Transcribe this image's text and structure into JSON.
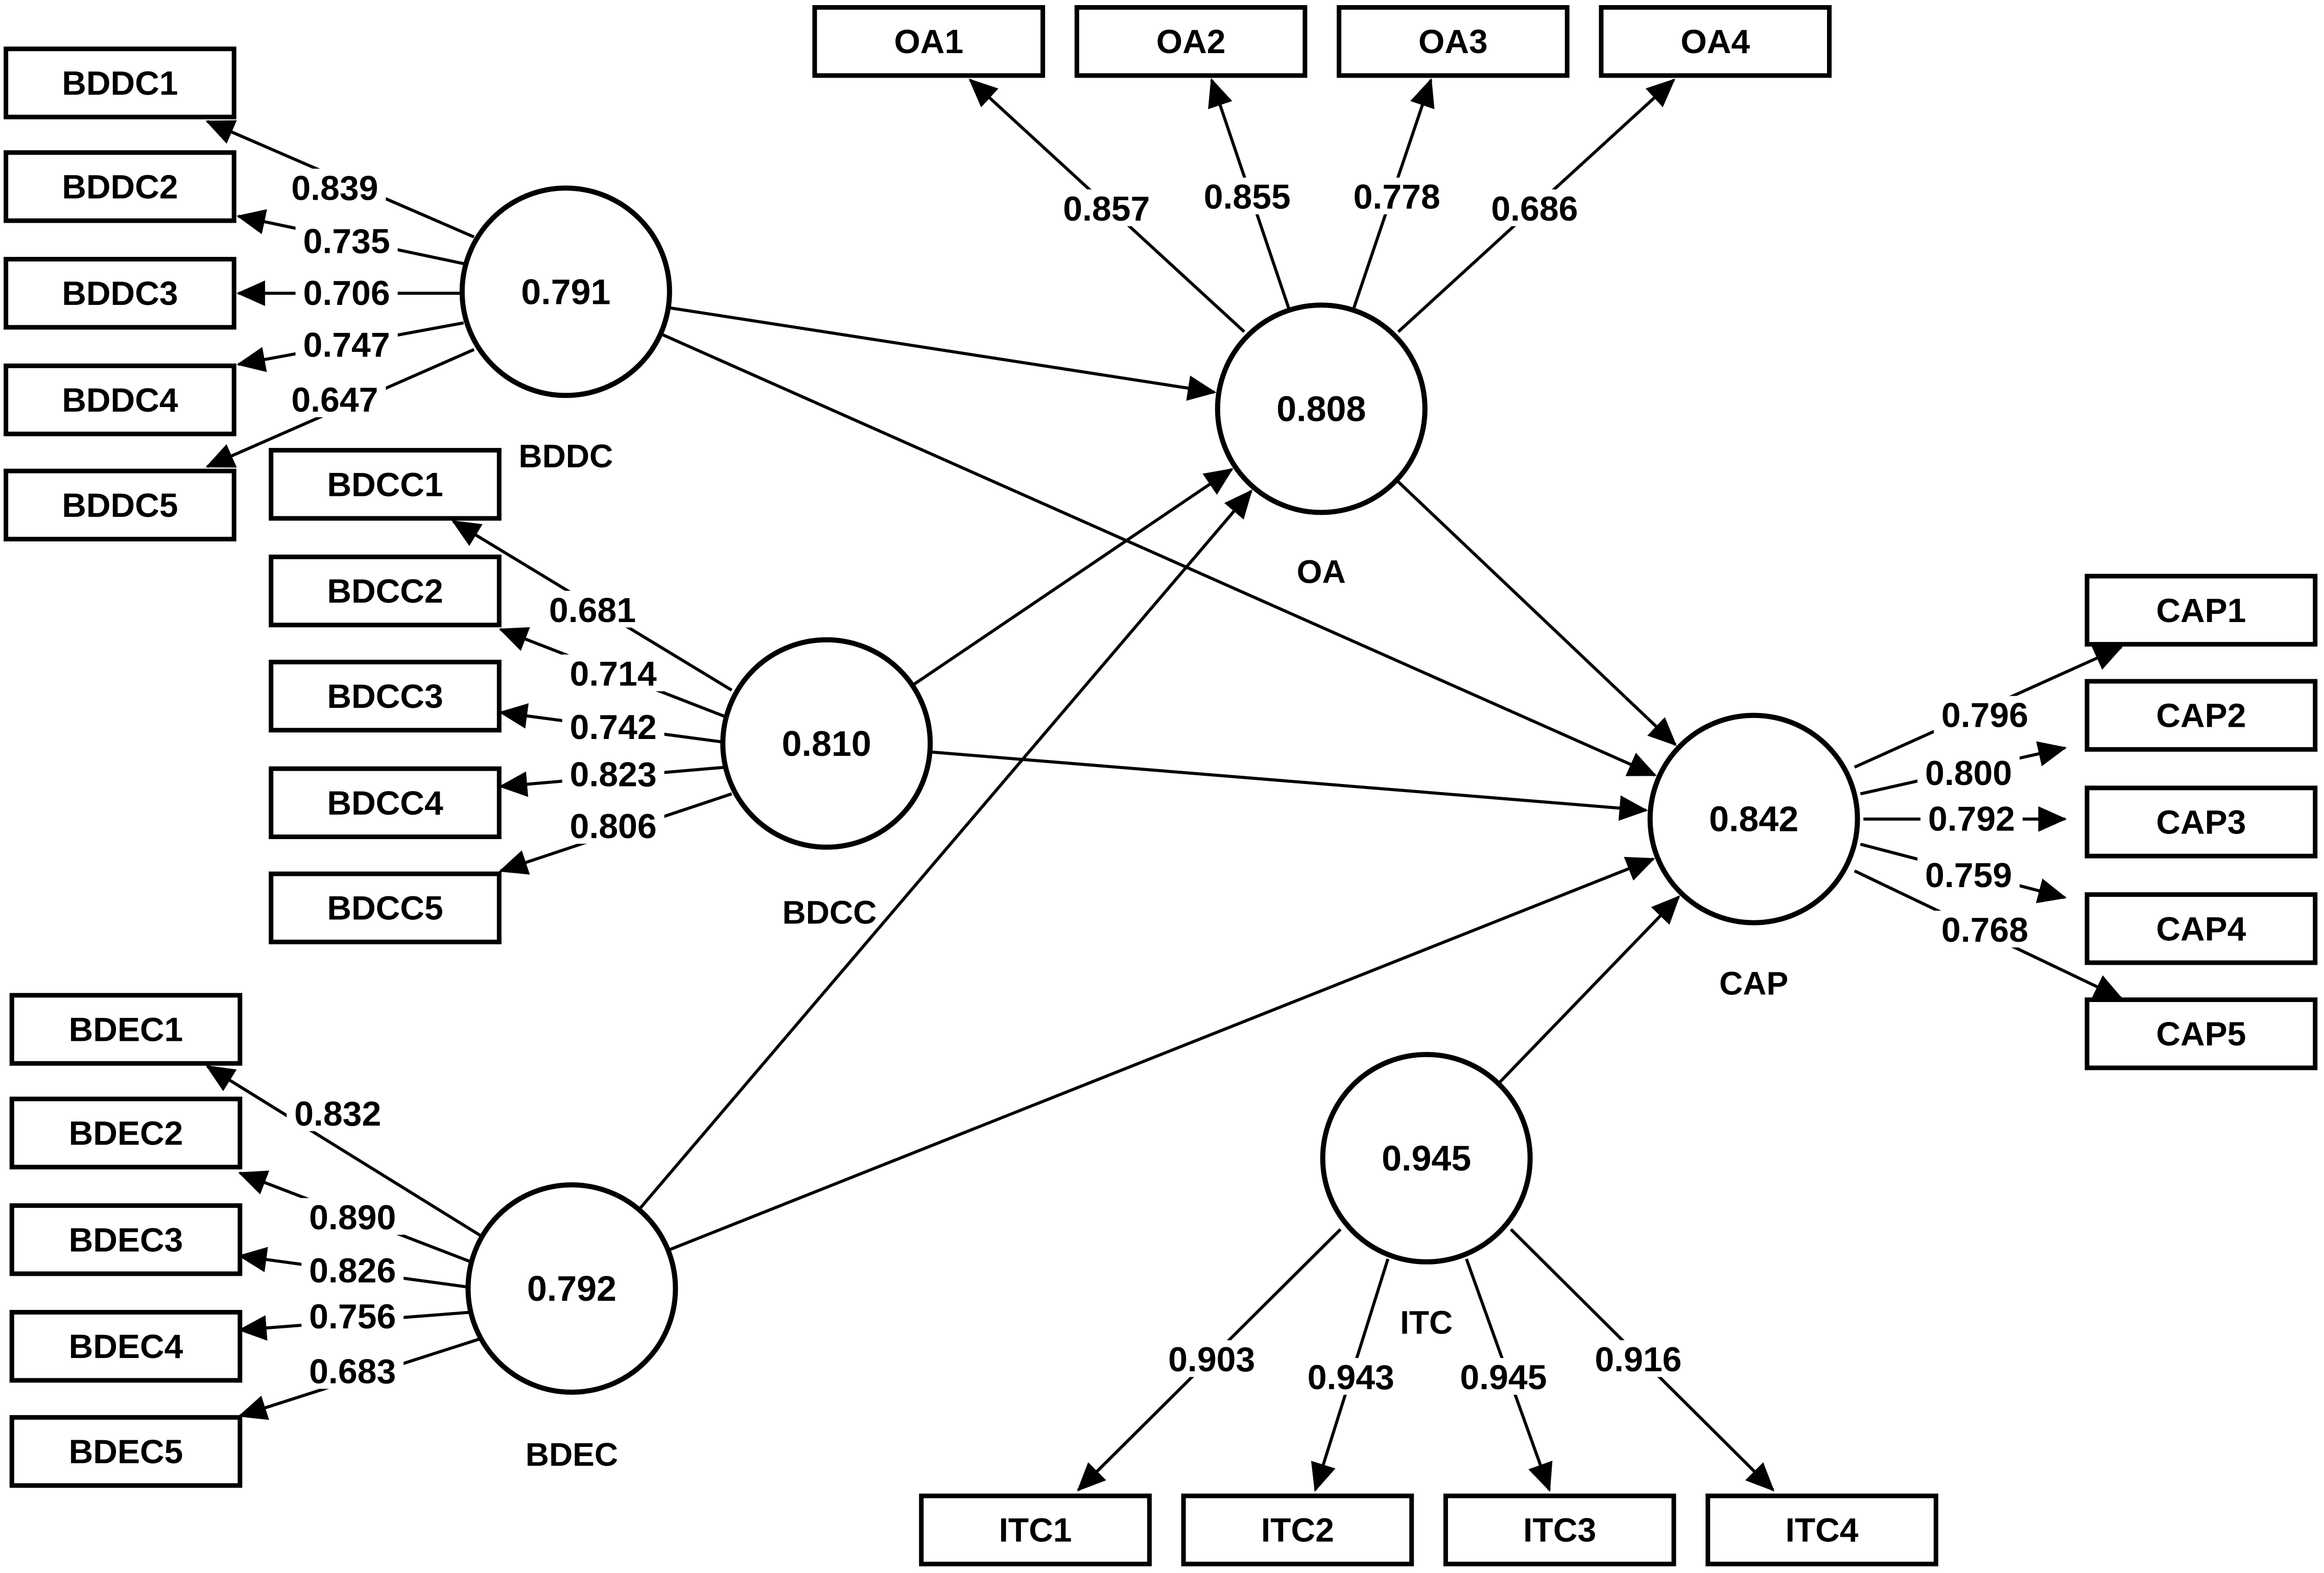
{
  "diagram": {
    "constructs": [
      {
        "id": "BDDC",
        "name": "BDDC",
        "value": "0.791"
      },
      {
        "id": "BDCC",
        "name": "BDCC",
        "value": "0.810"
      },
      {
        "id": "BDEC",
        "name": "BDEC",
        "value": "0.792"
      },
      {
        "id": "OA",
        "name": "OA",
        "value": "0.808"
      },
      {
        "id": "CAP",
        "name": "CAP",
        "value": "0.842"
      },
      {
        "id": "ITC",
        "name": "ITC",
        "value": "0.945"
      }
    ],
    "indicators": [
      {
        "id": "BDDC1",
        "label": "BDDC1",
        "construct": "BDDC",
        "loading": "0.839"
      },
      {
        "id": "BDDC2",
        "label": "BDDC2",
        "construct": "BDDC",
        "loading": "0.735"
      },
      {
        "id": "BDDC3",
        "label": "BDDC3",
        "construct": "BDDC",
        "loading": "0.706"
      },
      {
        "id": "BDDC4",
        "label": "BDDC4",
        "construct": "BDDC",
        "loading": "0.747"
      },
      {
        "id": "BDDC5",
        "label": "BDDC5",
        "construct": "BDDC",
        "loading": "0.647"
      },
      {
        "id": "BDCC1",
        "label": "BDCC1",
        "construct": "BDCC",
        "loading": "0.681"
      },
      {
        "id": "BDCC2",
        "label": "BDCC2",
        "construct": "BDCC",
        "loading": "0.714"
      },
      {
        "id": "BDCC3",
        "label": "BDCC3",
        "construct": "BDCC",
        "loading": "0.742"
      },
      {
        "id": "BDCC4",
        "label": "BDCC4",
        "construct": "BDCC",
        "loading": "0.823"
      },
      {
        "id": "BDCC5",
        "label": "BDCC5",
        "construct": "BDCC",
        "loading": "0.806"
      },
      {
        "id": "BDEC1",
        "label": "BDEC1",
        "construct": "BDEC",
        "loading": "0.832"
      },
      {
        "id": "BDEC2",
        "label": "BDEC2",
        "construct": "BDEC",
        "loading": "0.890"
      },
      {
        "id": "BDEC3",
        "label": "BDEC3",
        "construct": "BDEC",
        "loading": "0.826"
      },
      {
        "id": "BDEC4",
        "label": "BDEC4",
        "construct": "BDEC",
        "loading": "0.756"
      },
      {
        "id": "BDEC5",
        "label": "BDEC5",
        "construct": "BDEC",
        "loading": "0.683"
      },
      {
        "id": "OA1",
        "label": "OA1",
        "construct": "OA",
        "loading": "0.857"
      },
      {
        "id": "OA2",
        "label": "OA2",
        "construct": "OA",
        "loading": "0.855"
      },
      {
        "id": "OA3",
        "label": "OA3",
        "construct": "OA",
        "loading": "0.778"
      },
      {
        "id": "OA4",
        "label": "OA4",
        "construct": "OA",
        "loading": "0.686"
      },
      {
        "id": "CAP1",
        "label": "CAP1",
        "construct": "CAP",
        "loading": "0.796"
      },
      {
        "id": "CAP2",
        "label": "CAP2",
        "construct": "CAP",
        "loading": "0.800"
      },
      {
        "id": "CAP3",
        "label": "CAP3",
        "construct": "CAP",
        "loading": "0.792"
      },
      {
        "id": "CAP4",
        "label": "CAP4",
        "construct": "CAP",
        "loading": "0.759"
      },
      {
        "id": "CAP5",
        "label": "CAP5",
        "construct": "CAP",
        "loading": "0.768"
      },
      {
        "id": "ITC1",
        "label": "ITC1",
        "construct": "ITC",
        "loading": "0.903"
      },
      {
        "id": "ITC2",
        "label": "ITC2",
        "construct": "ITC",
        "loading": "0.943"
      },
      {
        "id": "ITC3",
        "label": "ITC3",
        "construct": "ITC",
        "loading": "0.945"
      },
      {
        "id": "ITC4",
        "label": "ITC4",
        "construct": "ITC",
        "loading": "0.916"
      }
    ],
    "paths": [
      {
        "from": "BDDC",
        "to": "OA"
      },
      {
        "from": "BDDC",
        "to": "CAP"
      },
      {
        "from": "BDCC",
        "to": "OA"
      },
      {
        "from": "BDCC",
        "to": "CAP"
      },
      {
        "from": "BDEC",
        "to": "OA"
      },
      {
        "from": "BDEC",
        "to": "CAP"
      },
      {
        "from": "OA",
        "to": "CAP"
      },
      {
        "from": "ITC",
        "to": "CAP"
      }
    ],
    "colors": {
      "stroke": "#000000",
      "fill": "#ffffff"
    }
  }
}
